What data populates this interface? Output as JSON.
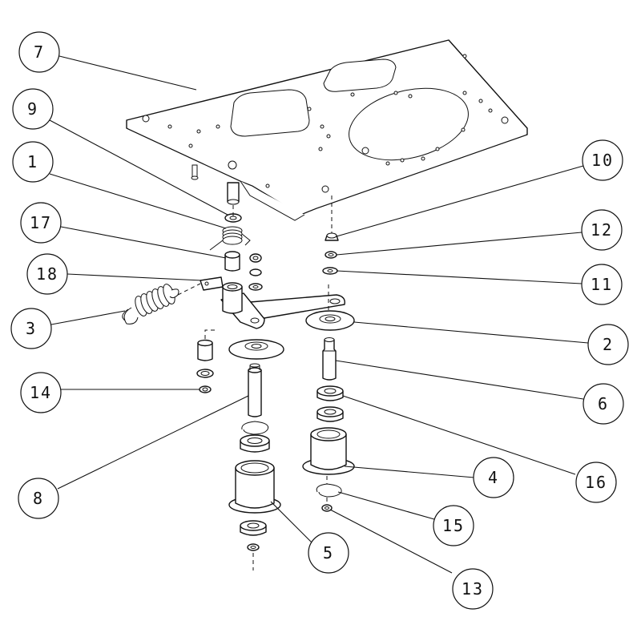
{
  "callouts": [
    {
      "id": "c7",
      "label": "7"
    },
    {
      "id": "c9",
      "label": "9"
    },
    {
      "id": "c1",
      "label": "1"
    },
    {
      "id": "c17",
      "label": "17"
    },
    {
      "id": "c18",
      "label": "18"
    },
    {
      "id": "c3",
      "label": "3"
    },
    {
      "id": "c14",
      "label": "14"
    },
    {
      "id": "c8",
      "label": "8"
    },
    {
      "id": "c10",
      "label": "10"
    },
    {
      "id": "c12",
      "label": "12"
    },
    {
      "id": "c11",
      "label": "11"
    },
    {
      "id": "c2",
      "label": "2"
    },
    {
      "id": "c6",
      "label": "6"
    },
    {
      "id": "c16",
      "label": "16"
    },
    {
      "id": "c4",
      "label": "4"
    },
    {
      "id": "c15",
      "label": "15"
    },
    {
      "id": "c5",
      "label": "5"
    },
    {
      "id": "c13",
      "label": "13"
    }
  ]
}
